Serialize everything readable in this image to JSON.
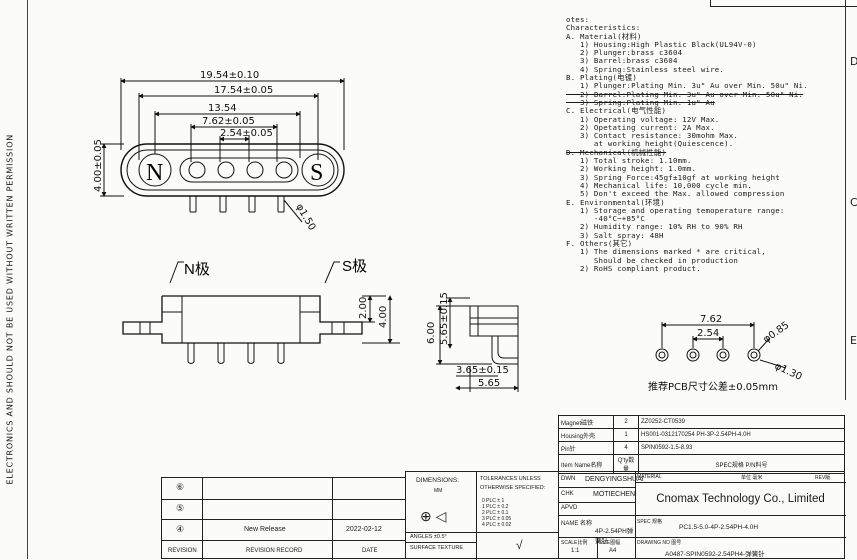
{
  "side_text": "ELECTRONICS AND SHOULD NOT BE USED WITHOUT WRITTEN PERMISSION",
  "edge_letters": [
    "D",
    "C",
    "E"
  ],
  "dims": {
    "d1954": "19.54±0.10",
    "d1754": "17.54±0.05",
    "d1354": "13.54",
    "d762": "7.62±0.05",
    "d254": "2.54±0.05",
    "d400": "4.00±0.05",
    "d150": "φ1.50",
    "d200": "2.00",
    "d400b": "4.00",
    "d600": "6.00",
    "d565v": "5.65±0.15",
    "d365": "3.65±0.15",
    "d565": "5.65",
    "p762": "7.62",
    "p254": "2.54",
    "p085": "φ0.85",
    "p130": "φ1.30",
    "pcb_note": "推荐PCB尺寸公差±0.05mm"
  },
  "labels": {
    "n_letter": "N",
    "s_letter": "S",
    "n_pole": "N极",
    "s_pole": "S极"
  },
  "notes": [
    {
      "t": "otes:",
      "s": false
    },
    {
      "t": "Characteristics:",
      "s": false
    },
    {
      "t": "A. Material(材料)",
      "s": false
    },
    {
      "t": "   1) Housing:High Plastic Black(UL94V-0)",
      "s": false
    },
    {
      "t": "   2) Plunger:brass c3604",
      "s": false
    },
    {
      "t": "   3) Barrel:brass c3604",
      "s": false
    },
    {
      "t": "   4) Spring:Stainless steel wire.",
      "s": false
    },
    {
      "t": "B. Plating(电镀)",
      "s": false
    },
    {
      "t": "   1) Plunger:Plating Min. 3u\" Au over Min. 50u\" Ni.",
      "s": false
    },
    {
      "t": "   2) Barrel:Plating Min. 3u\" Au over Min. 50u\" Ni.",
      "s": true
    },
    {
      "t": "   3) Spring:Plating Min. 1u\" Au",
      "s": true
    },
    {
      "t": "C. Electrical(电气性能)",
      "s": false
    },
    {
      "t": "   1) Operating voltage: 12V Max.",
      "s": false
    },
    {
      "t": "   2) Opetating current: 2A Max.",
      "s": false
    },
    {
      "t": "   3) Contact resistance: 30mohm Max.",
      "s": false
    },
    {
      "t": "      at working height(Quiescence).",
      "s": false
    },
    {
      "t": "D. Mechanical(机械性能)",
      "s": true
    },
    {
      "t": "   1) Total stroke: 1.10mm.",
      "s": false
    },
    {
      "t": "   2) Working height: 1.0mm.",
      "s": false
    },
    {
      "t": "   3) Spring Force:45gf±10gf at working height",
      "s": false
    },
    {
      "t": "   4) Mechanical life: 10,000 cycle min.",
      "s": false
    },
    {
      "t": "   5) Don't exceed the Max. allowed compression",
      "s": false
    },
    {
      "t": "E. Environmental(环境)",
      "s": false
    },
    {
      "t": "   1) Storage and operating temoperature range:",
      "s": false
    },
    {
      "t": "      -40°C~+85°C",
      "s": false
    },
    {
      "t": "   2) Humidity range: 10% RH to 90% RH",
      "s": false
    },
    {
      "t": "   3) Salt spray: 48H",
      "s": false
    },
    {
      "t": "F. Others(其它)",
      "s": false
    },
    {
      "t": "   1) The dimensions marked * are critical,",
      "s": false
    },
    {
      "t": "      Should be checked in production",
      "s": false
    },
    {
      "t": "   2) RoHS compliant product.",
      "s": false
    }
  ],
  "bom": [
    {
      "name": "Magnet磁铁",
      "qty": "2",
      "pn": "ZZ0252-CT0539"
    },
    {
      "name": "Housing外壳",
      "qty": "1",
      "pn": "HS001-0312170254 PH-3P-2.54PH-4.0H"
    },
    {
      "name": "Pin针",
      "qty": "4",
      "pn": "SPIN0592-1.5-8.93"
    },
    {
      "name": "Item Name名称",
      "qty": "Q'ty数量",
      "pn": "SPEC规格 P/N料号"
    }
  ],
  "title_block": {
    "dwn_label": "DWN",
    "dwn": "DENGYINGSHUAI",
    "chk_label": "CHK",
    "chk": "MOTIECHEN",
    "apvd_label": "APVD",
    "name_label": "NAME 名称",
    "name": "4P-2.54PH弹簧针",
    "scale_label": "SCALE比例",
    "scale": "1:1",
    "size_label": "SIZE图幅",
    "size": "A4",
    "drawing_label": "DRAWING NO 图号",
    "drawing": "A0487-SPIN0592-2.54PH4-弹簧针",
    "material_label": "MATERIAL",
    "unit_label": "单位 毫米",
    "rev_label": "REV版",
    "company": "Cnomax Technology Co., Limited",
    "spec_label": "SPEC 规格",
    "spec": "PC1.5-5.0-4P-2.54PH-4.0H",
    "dims_label": "DIMENSIONS:",
    "dims_unit": "MM",
    "tol_title": "TOLERANCES UNLESS OTHERWISE SPECIFIED:",
    "tol_rows": [
      [
        "0 PLC",
        "±",
        "1"
      ],
      [
        "1 PLC",
        "±",
        "0.2"
      ],
      [
        "2 PLC",
        "±",
        "0.1"
      ],
      [
        "3 PLC",
        "±",
        "0.05"
      ],
      [
        "4 PLC",
        "±",
        "0.02"
      ]
    ],
    "angles": "ANGLES ±0.5°",
    "surface": "SURFACE TEXTURE"
  },
  "revisions": {
    "rows": [
      {
        "mark": "⑥",
        "rec": "",
        "date": ""
      },
      {
        "mark": "⑤",
        "rec": "",
        "date": ""
      },
      {
        "mark": "④",
        "rec": "New Release",
        "date": "2022-02-12"
      }
    ],
    "head_rev": "REVISION",
    "head_rec": "REVISION RECORD",
    "head_date": "DATE"
  }
}
